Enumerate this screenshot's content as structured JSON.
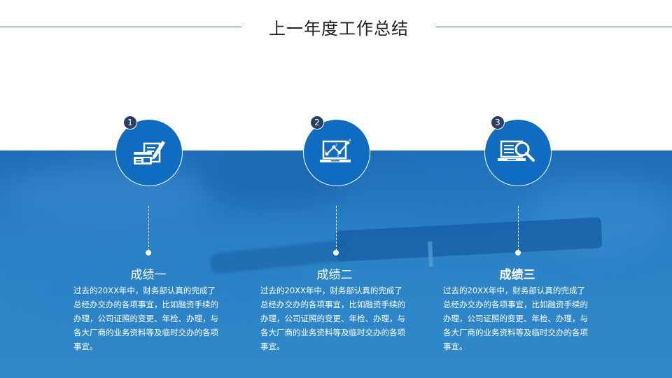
{
  "title": "上一年度工作总结",
  "colors": {
    "accent_blue": "#0f6cc0",
    "band_blue": "#2a7fc4",
    "badge_navy": "#2b3f66",
    "header_line": "#2a6fae"
  },
  "steps": [
    {
      "number": "1",
      "icon": "document-card-pen-icon",
      "heading": "成绩一",
      "description": "过去的20XX年中，财务部认真的完成了总经办交办的各项事宜，比如融资手续的办理，公司证照的变更、年检、办理，与各大厂商的业务资料等及临时交办的各项事宜。"
    },
    {
      "number": "2",
      "icon": "laptop-line-chart-icon",
      "heading": "成绩二",
      "description": "过去的20XX年中，财务部认真的完成了总经办交办的各项事宜，比如融资手续的办理，公司证照的变更、年检、办理，与各大厂商的业务资料等及临时交办的各项事宜。"
    },
    {
      "number": "3",
      "icon": "laptop-magnifier-icon",
      "heading": "成绩三",
      "description": "过去的20XX年中，财务部认真的完成了总经办交办的各项事宜，比如融资手续的办理，公司证照的变更、年检、办理，与各大厂商的业务资料等及临时交办的各项事宜。"
    }
  ]
}
